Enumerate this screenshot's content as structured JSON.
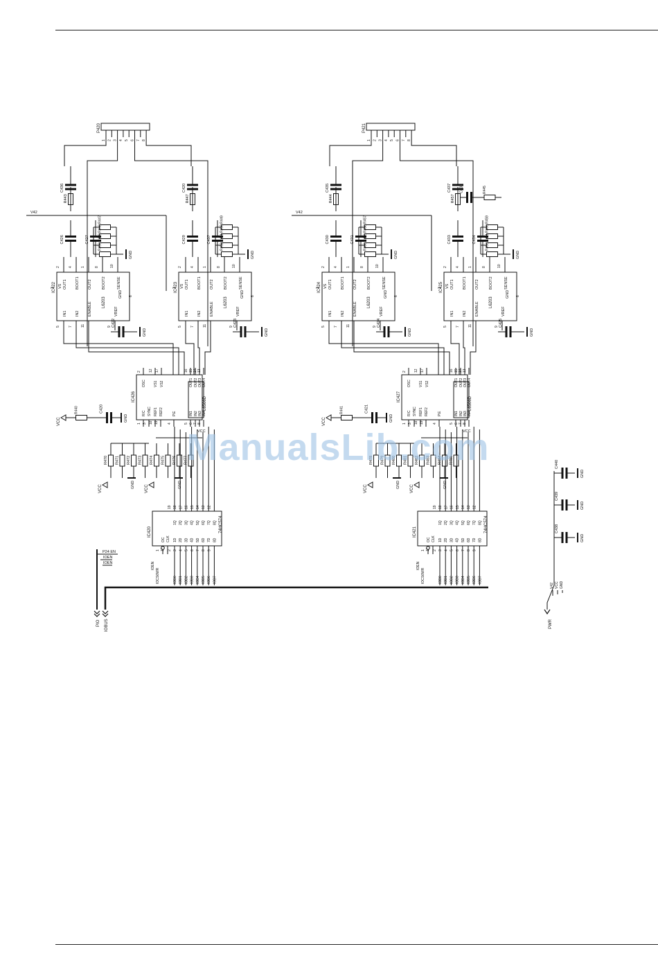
{
  "watermark": "ManualsLib.com",
  "connectors": {
    "p420": {
      "ref": "P420",
      "pins": [
        "1",
        "2",
        "3",
        "4",
        "5",
        "6",
        "7",
        "8"
      ]
    },
    "p421": {
      "ref": "P421",
      "pins": [
        "1",
        "2",
        "3",
        "4",
        "5",
        "6",
        "7",
        "8"
      ]
    }
  },
  "driver_blocks": [
    {
      "ic": "IC422",
      "part": "L6203"
    },
    {
      "ic": "IC423",
      "part": "L6203"
    },
    {
      "ic": "IC424",
      "part": "L6203"
    },
    {
      "ic": "IC425",
      "part": "L6203"
    }
  ],
  "driver_pins": {
    "left": [
      {
        "num": "2",
        "name": "OUT1"
      },
      {
        "num": "4",
        "name": "BOOT1"
      },
      {
        "num": "1",
        "name": "OUT2"
      },
      {
        "num": "8",
        "name": "BOOT2"
      },
      {
        "num": "10",
        "name": "SENSE"
      }
    ],
    "right": [
      {
        "num": "5",
        "name": "IN1"
      },
      {
        "num": "7",
        "name": "IN2"
      },
      {
        "num": "11",
        "name": "ENABLE"
      },
      {
        "num": "9",
        "name": "VREF"
      }
    ],
    "vs": {
      "num": "3",
      "name": "VS"
    },
    "gnd": {
      "num": "6",
      "name": "GND"
    }
  },
  "controllers": [
    {
      "ic": "IC426",
      "part": "L6506D"
    },
    {
      "ic": "IC427",
      "part": "L6506D"
    }
  ],
  "controller_pins": [
    "OSC",
    "VS1",
    "VS2",
    "R/C",
    "SYNC",
    "REF1",
    "REF2",
    "P.E",
    "OUT1",
    "OUT2",
    "OUT3",
    "OUT4",
    "IN1",
    "IN2",
    "IN3",
    "IN4"
  ],
  "controller_pin_nums": [
    "2",
    "12",
    "17",
    "1",
    "3",
    "18",
    "19",
    "4",
    "16",
    "15",
    "14",
    "13",
    "5",
    "6",
    "7",
    "8"
  ],
  "latches": [
    {
      "ic": "IC420",
      "part": "74HC574"
    },
    {
      "ic": "IC421",
      "part": "74HC574"
    }
  ],
  "latch_pins": [
    "OC",
    "CLK",
    "1D",
    "2D",
    "3D",
    "4D",
    "5D",
    "6D",
    "7D",
    "8D",
    "1Q",
    "2Q",
    "3Q",
    "4Q",
    "5Q",
    "6Q",
    "7Q",
    "8Q"
  ],
  "latch_in_nums": [
    "1",
    "11",
    "2",
    "3",
    "4",
    "5",
    "6",
    "7",
    "8",
    "9"
  ],
  "latch_out_nums": [
    "19",
    "18",
    "17",
    "16",
    "15",
    "14",
    "13",
    "12"
  ],
  "latch_bus": [
    "IOD0",
    "IOD1",
    "IOD2",
    "IOD3",
    "IOD4",
    "IOD5",
    "IOD6",
    "IOD7"
  ],
  "latch_ctrl": [
    "IOEN",
    "IOCS6WR"
  ],
  "capacitors": [
    "C426",
    "C427",
    "C428",
    "C429",
    "C430",
    "C431",
    "C432",
    "C433",
    "C434",
    "C435",
    "C436",
    "C437",
    "C420",
    "C421",
    "C422",
    "C423",
    "C424",
    "C425",
    "C438",
    "C439",
    "C440"
  ],
  "resistors": [
    "R440",
    "R441",
    "R442",
    "R443",
    "R444",
    "R445",
    "R446",
    "R447",
    "R448",
    "R449",
    "R450",
    "R451",
    "R452",
    "R453",
    "R454",
    "R455",
    "R456",
    "R457",
    "R458",
    "R459",
    "R460",
    "R461",
    "R470",
    "R471",
    "R472",
    "R473",
    "R474",
    "R475",
    "R476",
    "R477",
    "R478",
    "R479",
    "R480",
    "R481",
    "R482",
    "R483",
    "R484",
    "R485"
  ],
  "nets": {
    "vcc": "VCC",
    "gnd": "GND",
    "v42": "V42",
    "pio": "PIO",
    "iobus": "IOBUS",
    "pwr": "PWR",
    "p24en": "P24 EN",
    "ioen": "IOEN"
  },
  "pwr_pins": [
    "V42",
    "VCC",
    "GND"
  ]
}
